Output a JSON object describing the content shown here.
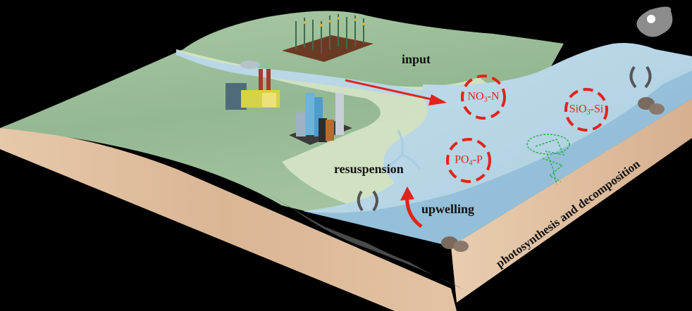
{
  "figure": {
    "title": "Nutrient sources and processes in a coastal / estuarine system",
    "labels": {
      "input": "input",
      "resuspension": "resuspension",
      "upwelling": "upwelling",
      "photosynthesis": "photosynthesis and decomposition"
    },
    "nutrients": [
      {
        "id": "nitrate",
        "main": "NO",
        "sub": "3",
        "suffix": "-N"
      },
      {
        "id": "silicate",
        "main": "SiO",
        "sub": "3",
        "suffix": "-Si"
      },
      {
        "id": "phosphate",
        "main": "PO",
        "sub": "4",
        "suffix": "-P"
      }
    ],
    "icons": [
      "cornfield-icon",
      "factory-icon",
      "city-buildings-icon",
      "typhoon-icon",
      "cycle-arrows-icon",
      "rocks-icon",
      "phytoplankton-icon",
      "upwelling-arrow-icon",
      "input-arrow-icon"
    ],
    "colors": {
      "land_green": "#9dbf9a",
      "land_light": "#d4e4c4",
      "water": "#b9d7e6",
      "water_deep": "#88b7d4",
      "soil": "#e3c3a4",
      "soil_shadow": "#c9a486",
      "accent_red": "#e2231a",
      "plankton_green": "#2eae4f",
      "cycle_gray": "#555555",
      "background": "#000000"
    }
  }
}
